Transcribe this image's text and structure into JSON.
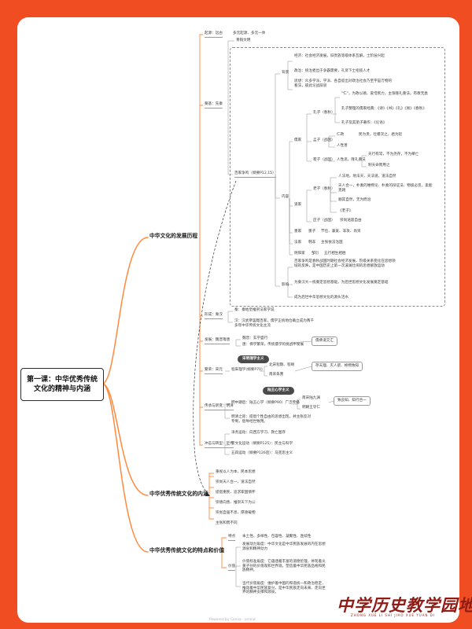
{
  "root": {
    "line1": "第一课：中华优秀传统",
    "line2": "文化的精神与内涵"
  },
  "branches": {
    "b1": "中华文化的发展历程",
    "b2": "中华优秀传统文化的内涵",
    "b3": "中华优秀传统文化的特点和价值"
  },
  "origin": {
    "label": "起源：远古",
    "content": "多元起源、多元一体"
  },
  "prehistory": {
    "label": "奠基：先秦",
    "bronze": "青铜文明",
    "hundred": "百家争鸣（纲要P12,15）",
    "bg": "背景",
    "bg_items": [
      "经济：社会经济发展，旧贵族等级体系瓦解，士阶层兴起",
      "政治：统治者出于争霸需要，礼贤下士招揽人才",
      "思想：众多学派，学派、各自提出对政治社会乃至宇宙万物的看法，彼此论战辩驳"
    ],
    "content": "内容",
    "ru": "儒家",
    "kongzi": "孔子（春秋）",
    "kz_items": [
      "\"仁\"，为政以德，爱惜民力，主张隆礼重法，有教无类",
      "孔子整理的儒家经典：《诗》《书》《礼》《易》《春秋》",
      "孔子及其弟子著作：《论语》"
    ],
    "mengzi": "孟子（战国）",
    "mz_items": [
      "仁政",
      "民为贵，社稷次之，君为轻",
      "人性善"
    ],
    "xunzi": "荀子（战国）",
    "xz_items": [
      "人性恶，隆礼重法",
      "天行有常，不为尧存，不为桀亡",
      "制天命而用之"
    ],
    "dao": "道家",
    "laozi": "老子（春秋）",
    "lz_items": [
      "人法地，地法天，天法道，道法自然",
      "天人合一，朴素的唯物论、朴素的辩证法、物极必反，柔能克刚",
      "顺其自然，无为而治",
      "《老子》"
    ],
    "zhuangzi": "庄子（战国）",
    "zz_content": "崇尚逍遥自由",
    "mo_label": "墨家",
    "mo_person": "墨子",
    "mo_content": "节俭、兼爱、非攻、尚贤",
    "fa_label": "法家",
    "fa_person": "韩非",
    "fa_content": "主张依法治国",
    "yinyang_label": "阴阳家",
    "yinyang_person": "邹衍",
    "yinyang_content": "五行相生相胜",
    "influence": "影响",
    "inf_items": [
      "百家争鸣是春秋战国时期社会经济发展、阶级关系变化在思想领域的反映，是中国历史上第一次波澜壮阔的思想解放运动",
      "为秦汉大一统奠定思想基础，为后世思想文化发展奠定基础",
      "成为后世中华思想文化的源头活水"
    ]
  },
  "formation": {
    "label": "形成：秦汉",
    "items": [
      "秦：秦始皇推崇法家学说",
      "汉：汉武帝罢黜百家，儒学正统地位确立成为两千多年中华传统文化主流"
    ]
  },
  "development": {
    "label": "发展：魏晋隋唐",
    "items": [
      "魏晋：玄学盛行",
      "唐：佛学繁荣，传统儒学的挑战中发展"
    ],
    "box": "儒佛道交汇"
  },
  "tag1": "宋明理学主义",
  "prosperity": {
    "label": "繁荣：宋元",
    "item": "程朱理学(纲要P70)",
    "subs": [
      "北宋程颢、程颐",
      "南宋朱熹"
    ],
    "box": "存天理、灭人欲、格物致知"
  },
  "tag2": "陆王心学主义",
  "inheritance": {
    "label": "传承与新变：明清",
    "item1": "明中期后：陆王心学（纲要P90）广泛传播",
    "subs": [
      "南宋陆九渊",
      "明朝王守仁"
    ],
    "box": "致良知、知行合一",
    "item2": "明清之际：提倡个性自由的思想出现，并主张反对专制，倡导经世致用。"
  },
  "transform": {
    "label": "冲击与转型：近代",
    "items": [
      "洋务运动：向西方学习、救亡图存",
      "新文化运动（纲要P125）：民主与科学",
      "五四运动（纲要P126后）：马克思主义"
    ]
  },
  "connotation": [
    "重视以人为本，民本思想",
    "崇尚天人合一、道法自然",
    "提倡重民、追求家国情怀",
    "崇德向善、推崇天下为公",
    "崇尚自强不息、厚德载物",
    "主张和而不同"
  ],
  "features": {
    "label": "特点",
    "content": "本土性、多样性、包容性、凝聚性、连续性"
  },
  "value": {
    "label": "价值",
    "items": [
      "发展动力角度：中华文化是中华民族发展的内在思想源泉和精神动力",
      "价值标准角度：它蕴涵着丰富的道德伦理，体现着炎黄子孙的价值观和世界观，塑造着中华民族品格和民族精神。",
      "当代价值角度：维护着中国的和谐统一和政治稳定，推动着中华民族复兴，是中华民族走向未来、走向世界的精神支撑和源泉。"
    ]
  },
  "logo": {
    "title": "中学历史教学园地",
    "subtitle": "ZHONG XUE LI SHI JIAO XUE YUAN DI"
  },
  "watermark": "Powered by Canva · xmind"
}
